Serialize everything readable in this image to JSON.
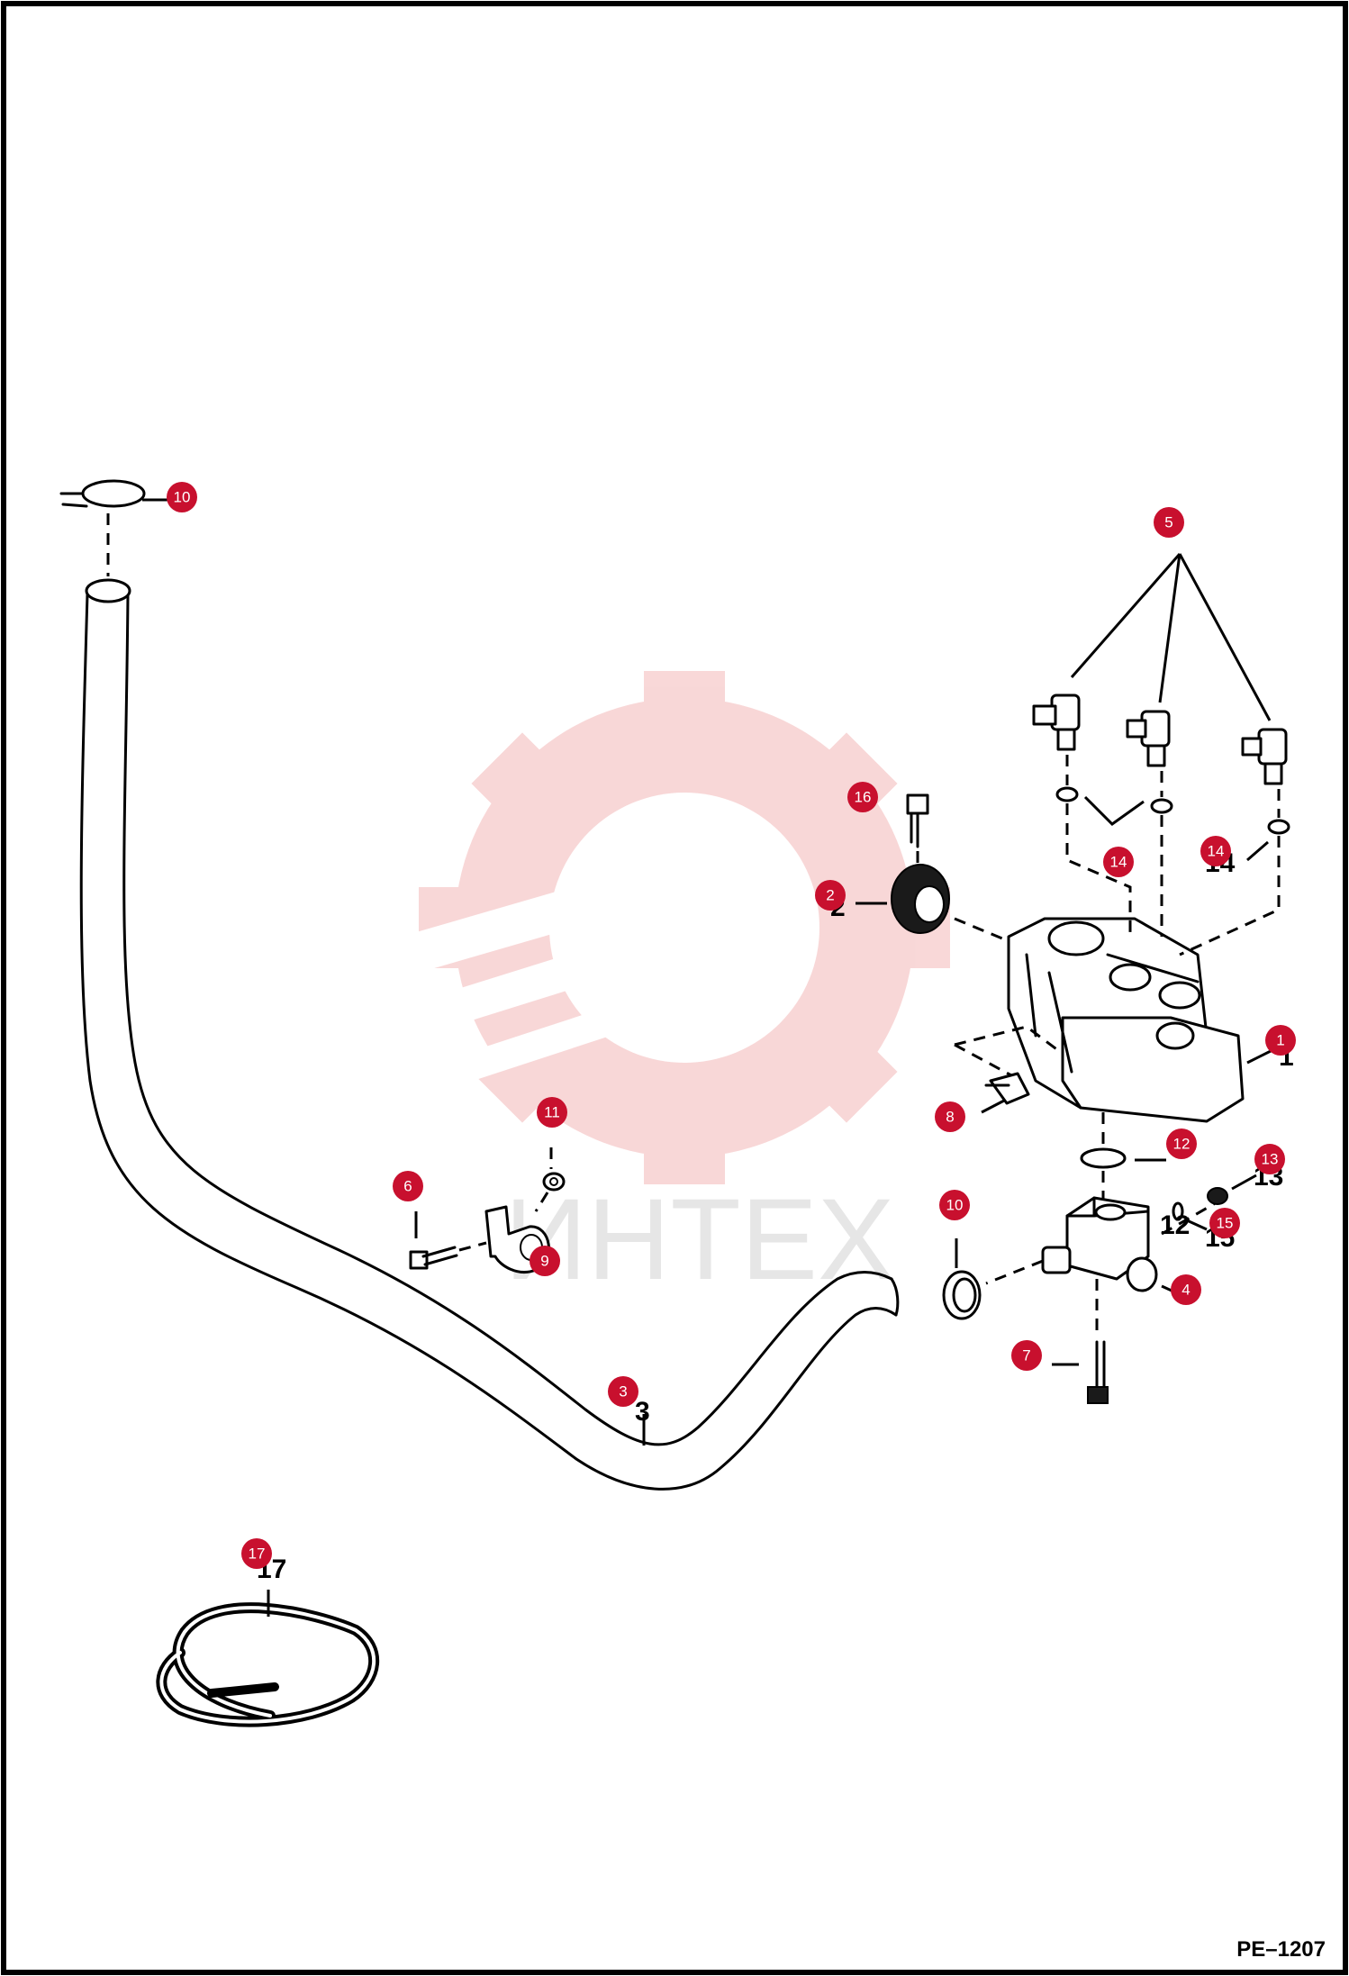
{
  "watermark": {
    "text": "ИНТЕХ",
    "gear_color": "#f4b8b8",
    "text_color": "#e6e6e6"
  },
  "callout_color": "#c8102e",
  "callouts": [
    {
      "num": "1"
    },
    {
      "num": "2"
    },
    {
      "num": "3"
    },
    {
      "num": "4"
    },
    {
      "num": "5"
    },
    {
      "num": "6"
    },
    {
      "num": "7"
    },
    {
      "num": "8"
    },
    {
      "num": "9"
    },
    {
      "num": "10"
    },
    {
      "num": "10"
    },
    {
      "num": "11"
    },
    {
      "num": "12"
    },
    {
      "num": "13"
    },
    {
      "num": "14"
    },
    {
      "num": "14"
    },
    {
      "num": "15"
    },
    {
      "num": "16"
    },
    {
      "num": "17"
    }
  ],
  "page_code": "PE–1207"
}
